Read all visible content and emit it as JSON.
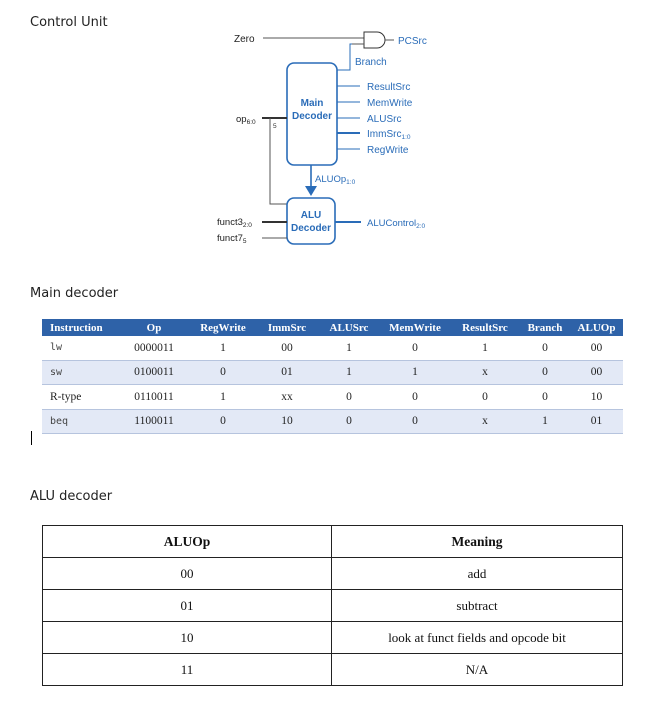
{
  "headings": {
    "control_unit": "Control Unit",
    "main_decoder": "Main decoder",
    "alu_decoder": "ALU decoder"
  },
  "diagram": {
    "zero": "Zero",
    "pcsrc": "PCSrc",
    "branch": "Branch",
    "main_decoder_line1": "Main",
    "main_decoder_line2": "Decoder",
    "op_label": "op",
    "op_sub": "6:0",
    "bus_width": "5",
    "outputs": [
      "ResultSrc",
      "MemWrite",
      "ALUSrc",
      "ImmSrc",
      "RegWrite"
    ],
    "immsrc_sub": "1:0",
    "aluop": "ALUOp",
    "aluop_sub": "1:0",
    "alu_decoder_line1": "ALU",
    "alu_decoder_line2": "Decoder",
    "funct3": "funct3",
    "funct3_sub": "2:0",
    "funct7": "funct7",
    "funct7_sub": "5",
    "alucontrol": "ALUControl",
    "alucontrol_sub": "2:0",
    "accent_color": "#2a6cb8"
  },
  "main_table": {
    "headers": [
      "Instruction",
      "Op",
      "RegWrite",
      "ImmSrc",
      "ALUSrc",
      "MemWrite",
      "ResultSrc",
      "Branch",
      "ALUOp"
    ],
    "rows": [
      [
        "lw",
        "0000011",
        "1",
        "00",
        "1",
        "0",
        "1",
        "0",
        "00"
      ],
      [
        "sw",
        "0100011",
        "0",
        "01",
        "1",
        "1",
        "x",
        "0",
        "00"
      ],
      [
        "R-type",
        "0110011",
        "1",
        "xx",
        "0",
        "0",
        "0",
        "0",
        "10"
      ],
      [
        "beq",
        "1100011",
        "0",
        "10",
        "0",
        "0",
        "x",
        "1",
        "01"
      ]
    ],
    "header_color": "#2e62a8",
    "stripe_color": "#e3e9f6"
  },
  "alu_table": {
    "headers": [
      "ALUOp",
      "Meaning"
    ],
    "rows": [
      [
        "00",
        "add"
      ],
      [
        "01",
        "subtract"
      ],
      [
        "10",
        "look at funct fields and opcode bit"
      ],
      [
        "11",
        "N/A"
      ]
    ]
  }
}
